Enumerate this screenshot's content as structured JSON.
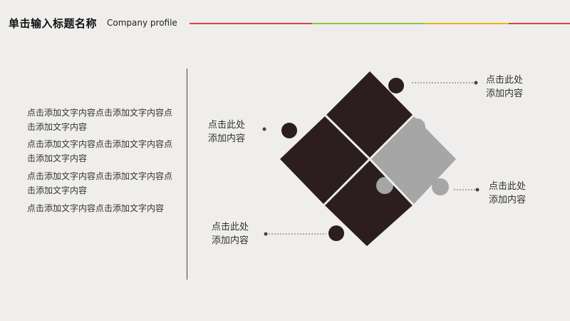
{
  "header": {
    "title": "单击输入标题名称",
    "subtitle": "Company profile",
    "line_colors": [
      "#d9423c",
      "#8dc63f",
      "#f2b11a",
      "#d9423c"
    ]
  },
  "left_text": [
    "点击添加文字内容点击添加文字内容点击添加文字内容",
    "点击添加文字内容点击添加文字内容点击添加文字内容",
    "点击添加文字内容点击添加文字内容点击添加文字内容",
    "点击添加文字内容点击添加文字内容"
  ],
  "callouts": {
    "top_right": [
      "点击此处",
      "添加内容"
    ],
    "left": [
      "点击此处",
      "添加内容"
    ],
    "right": [
      "点击此处",
      "添加内容"
    ],
    "bottom_left": [
      "点击此处",
      "添加内容"
    ]
  },
  "colors": {
    "dark_piece": "#2c1e1f",
    "light_piece": "#a6a6a6",
    "seam": "#efeeec"
  }
}
